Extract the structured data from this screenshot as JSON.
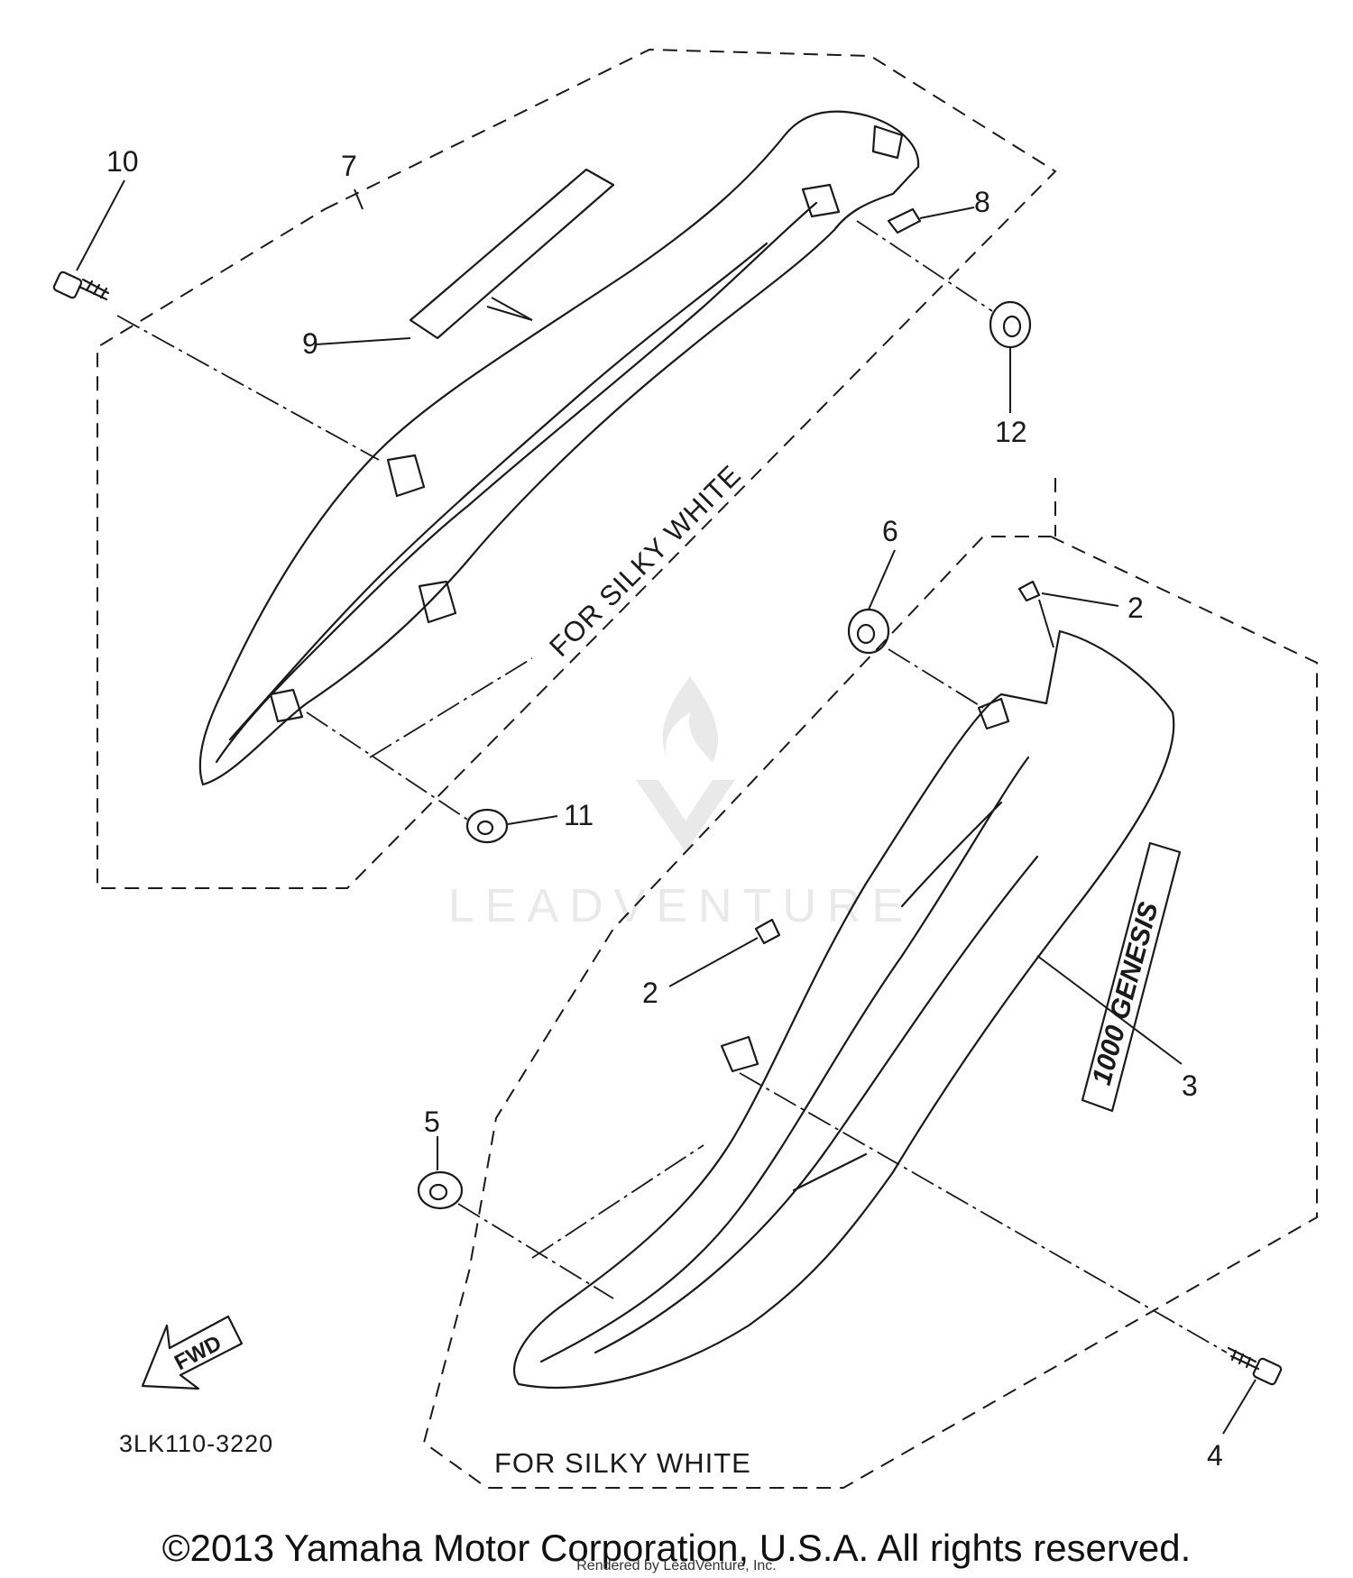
{
  "diagram": {
    "part_numbers": {
      "p2a": "2",
      "p2b": "2",
      "p3": "3",
      "p4": "4",
      "p5": "5",
      "p6": "6",
      "p7": "7",
      "p8": "8",
      "p9": "9",
      "p10": "10",
      "p11": "11",
      "p12": "12"
    },
    "labels": {
      "upper_variant": "FOR SILKY WHITE",
      "lower_variant": "FOR SILKY WHITE",
      "direction_arrow": "FWD",
      "diagram_code": "3LK110-3220",
      "emblem_text": "1000 GENESIS"
    },
    "watermark": "LEADVENTURE"
  },
  "footer": {
    "copyright": "©2013 Yamaha Motor Corporation, U.S.A. All rights reserved.",
    "rendered_by": "Rendered by LeadVenture, Inc."
  }
}
